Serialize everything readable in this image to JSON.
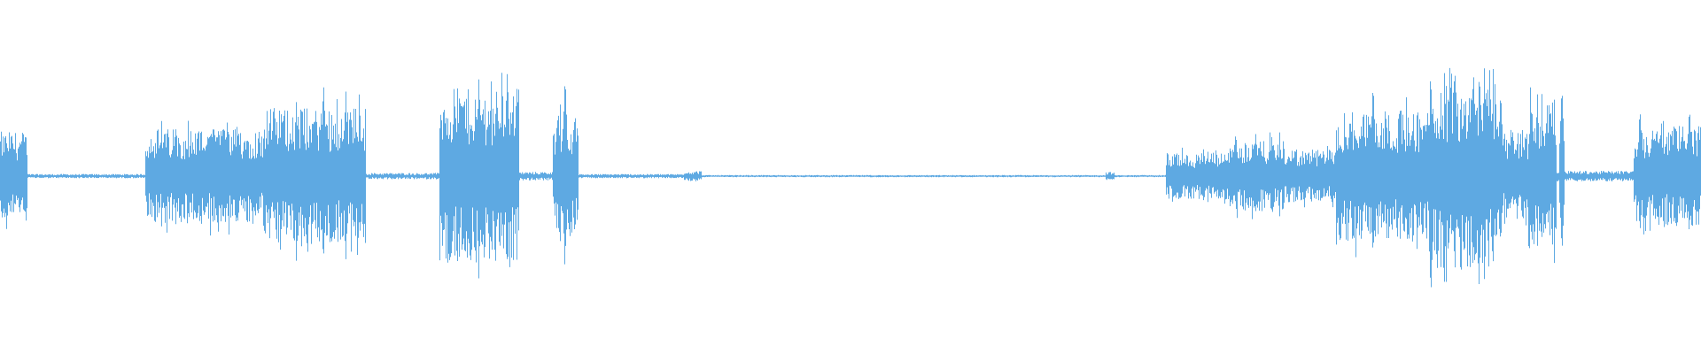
{
  "waveform": {
    "color": "#5ea9e2",
    "background": "#ffffff",
    "segments": [
      {
        "start": 0.0,
        "end": 0.016,
        "amp": 0.42
      },
      {
        "start": 0.016,
        "end": 0.085,
        "amp": 0.02
      },
      {
        "start": 0.085,
        "end": 0.155,
        "amp": 0.45
      },
      {
        "start": 0.155,
        "end": 0.215,
        "amp": 0.65
      },
      {
        "start": 0.215,
        "end": 0.258,
        "amp": 0.03
      },
      {
        "start": 0.258,
        "end": 0.305,
        "amp": 0.82
      },
      {
        "start": 0.305,
        "end": 0.325,
        "amp": 0.04
      },
      {
        "start": 0.325,
        "end": 0.34,
        "amp": 0.55
      },
      {
        "start": 0.34,
        "end": 0.402,
        "amp": 0.02
      },
      {
        "start": 0.402,
        "end": 0.412,
        "amp": 0.05
      },
      {
        "start": 0.412,
        "end": 0.65,
        "amp": 0.01
      },
      {
        "start": 0.65,
        "end": 0.655,
        "amp": 0.04
      },
      {
        "start": 0.655,
        "end": 0.685,
        "amp": 0.01
      },
      {
        "start": 0.685,
        "end": 0.722,
        "amp": 0.22
      },
      {
        "start": 0.722,
        "end": 0.755,
        "amp": 0.33
      },
      {
        "start": 0.755,
        "end": 0.785,
        "amp": 0.25
      },
      {
        "start": 0.785,
        "end": 0.84,
        "amp": 0.62
      },
      {
        "start": 0.84,
        "end": 0.88,
        "amp": 0.88
      },
      {
        "start": 0.88,
        "end": 0.898,
        "amp": 0.45
      },
      {
        "start": 0.898,
        "end": 0.915,
        "amp": 0.7
      },
      {
        "start": 0.915,
        "end": 0.96,
        "amp": 0.05
      },
      {
        "start": 0.96,
        "end": 0.975,
        "amp": 0.45
      },
      {
        "start": 0.975,
        "end": 1.0,
        "amp": 0.48
      }
    ],
    "peaks": [
      {
        "pos": 0.003,
        "amp": 0.4
      },
      {
        "pos": 0.128,
        "amp": 0.45
      },
      {
        "pos": 0.131,
        "amp": 0.5
      },
      {
        "pos": 0.133,
        "amp": 0.4
      },
      {
        "pos": 0.14,
        "amp": 0.42
      },
      {
        "pos": 0.19,
        "amp": 0.88
      },
      {
        "pos": 0.203,
        "amp": 0.74
      },
      {
        "pos": 0.298,
        "amp": 1.0
      },
      {
        "pos": 0.332,
        "amp": 0.95
      },
      {
        "pos": 0.404,
        "amp": 0.03
      },
      {
        "pos": 0.738,
        "amp": 0.4
      },
      {
        "pos": 0.807,
        "amp": 0.88
      },
      {
        "pos": 0.855,
        "amp": 1.05
      },
      {
        "pos": 0.866,
        "amp": 1.0
      },
      {
        "pos": 0.882,
        "amp": 0.8
      },
      {
        "pos": 0.918,
        "amp": 0.85
      },
      {
        "pos": 0.964,
        "amp": 0.6
      },
      {
        "pos": 0.993,
        "amp": 0.65
      }
    ]
  }
}
